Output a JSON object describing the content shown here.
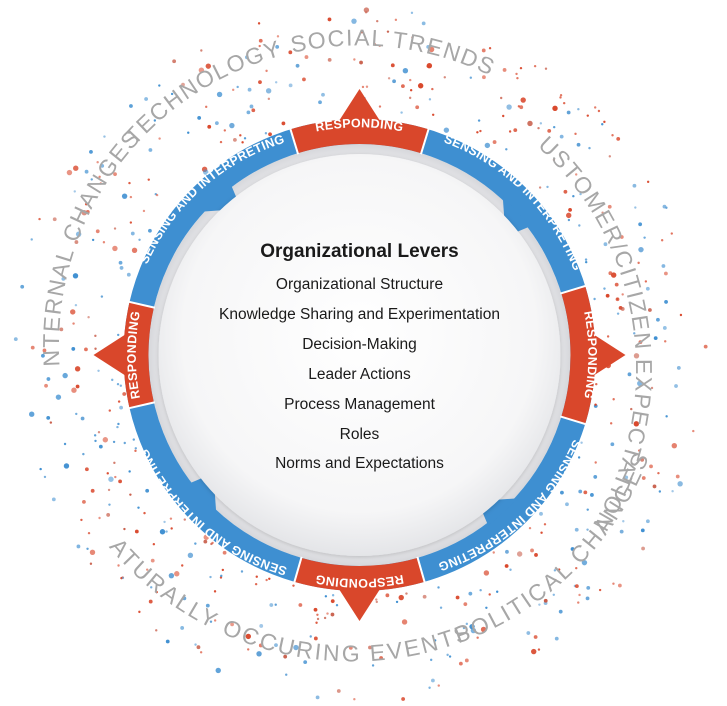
{
  "center": {
    "title": "Organizational Levers",
    "items": [
      "Organizational Structure",
      "Knowledge Sharing and Experimentation",
      "Decision-Making",
      "Leader Actions",
      "Process Management",
      "Roles",
      "Norms and Expectations"
    ]
  },
  "ring": {
    "responding_label": "RESPONDING",
    "sensing_label": "SENSING AND INTERPRETING"
  },
  "outer_labels": {
    "technology": "TECHNOLOGY",
    "social_trends": "SOCIAL TRENDS",
    "customer_citizen": "CUSTOMER/CITIZEN EXPECTATIONS",
    "political_changes": "POLITICAL CHANGES",
    "naturally_occurring": "NATURALLY OCCURING EVENTS",
    "internal_changes": "INTERNAL CHANGES"
  },
  "colors": {
    "red": "#D9472B",
    "blue": "#3E8FD1",
    "label_gray": "#A7A7A7",
    "text": "#1A1A1A",
    "ring_white": "#FFFFFF"
  }
}
